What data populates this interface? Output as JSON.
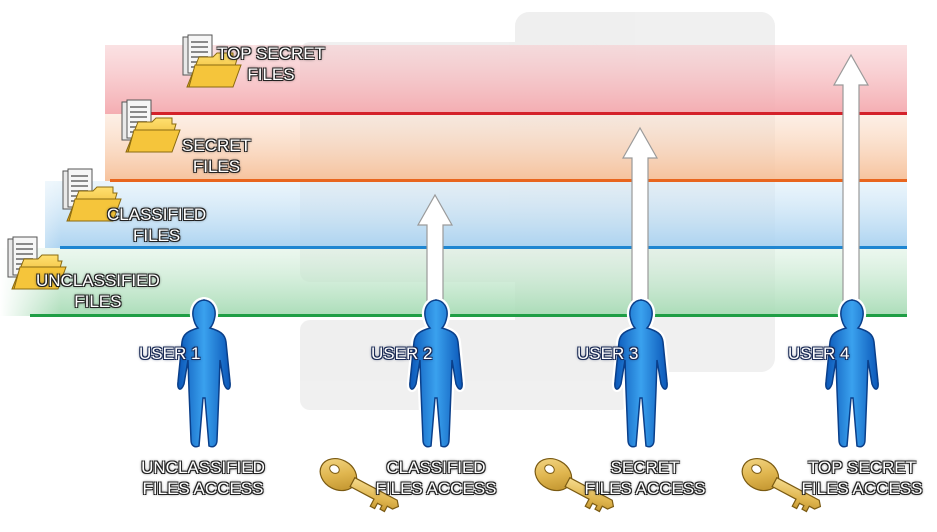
{
  "levels": [
    {
      "line1": "TOP SECRET",
      "line2": "FILES",
      "color": "#d4212a"
    },
    {
      "line1": "SECRET",
      "line2": "FILES",
      "color": "#e8651e"
    },
    {
      "line1": "CLASSIFIED",
      "line2": "FILES",
      "color": "#1f86d1"
    },
    {
      "line1": "UNCLASSIFIED",
      "line2": "FILES",
      "color": "#1f9e45"
    }
  ],
  "users": [
    {
      "name": "USER 1",
      "access_line1": "UNCLASSIFIED",
      "access_line2": "FILES ACCESS",
      "has_key": false,
      "arrow_reaches": ""
    },
    {
      "name": "USER 2",
      "access_line1": "CLASSIFIED",
      "access_line2": "FILES ACCESS",
      "has_key": true,
      "arrow_reaches": "CLASSIFIED"
    },
    {
      "name": "USER 3",
      "access_line1": "SECRET",
      "access_line2": "FILES ACCESS",
      "has_key": true,
      "arrow_reaches": "SECRET"
    },
    {
      "name": "USER 4",
      "access_line1": "TOP SECRET",
      "access_line2": "FILES ACCESS",
      "has_key": true,
      "arrow_reaches": "TOP SECRET"
    }
  ],
  "icons": {
    "folder": "folder-icon",
    "document": "document-icon",
    "person": "user-silhouette-icon",
    "key": "key-icon",
    "arrow": "up-arrow-icon"
  },
  "colors": {
    "person_fill": "#1e7fd6",
    "key_fill": "#e9c060",
    "folder_fill": "#f2c33a"
  }
}
